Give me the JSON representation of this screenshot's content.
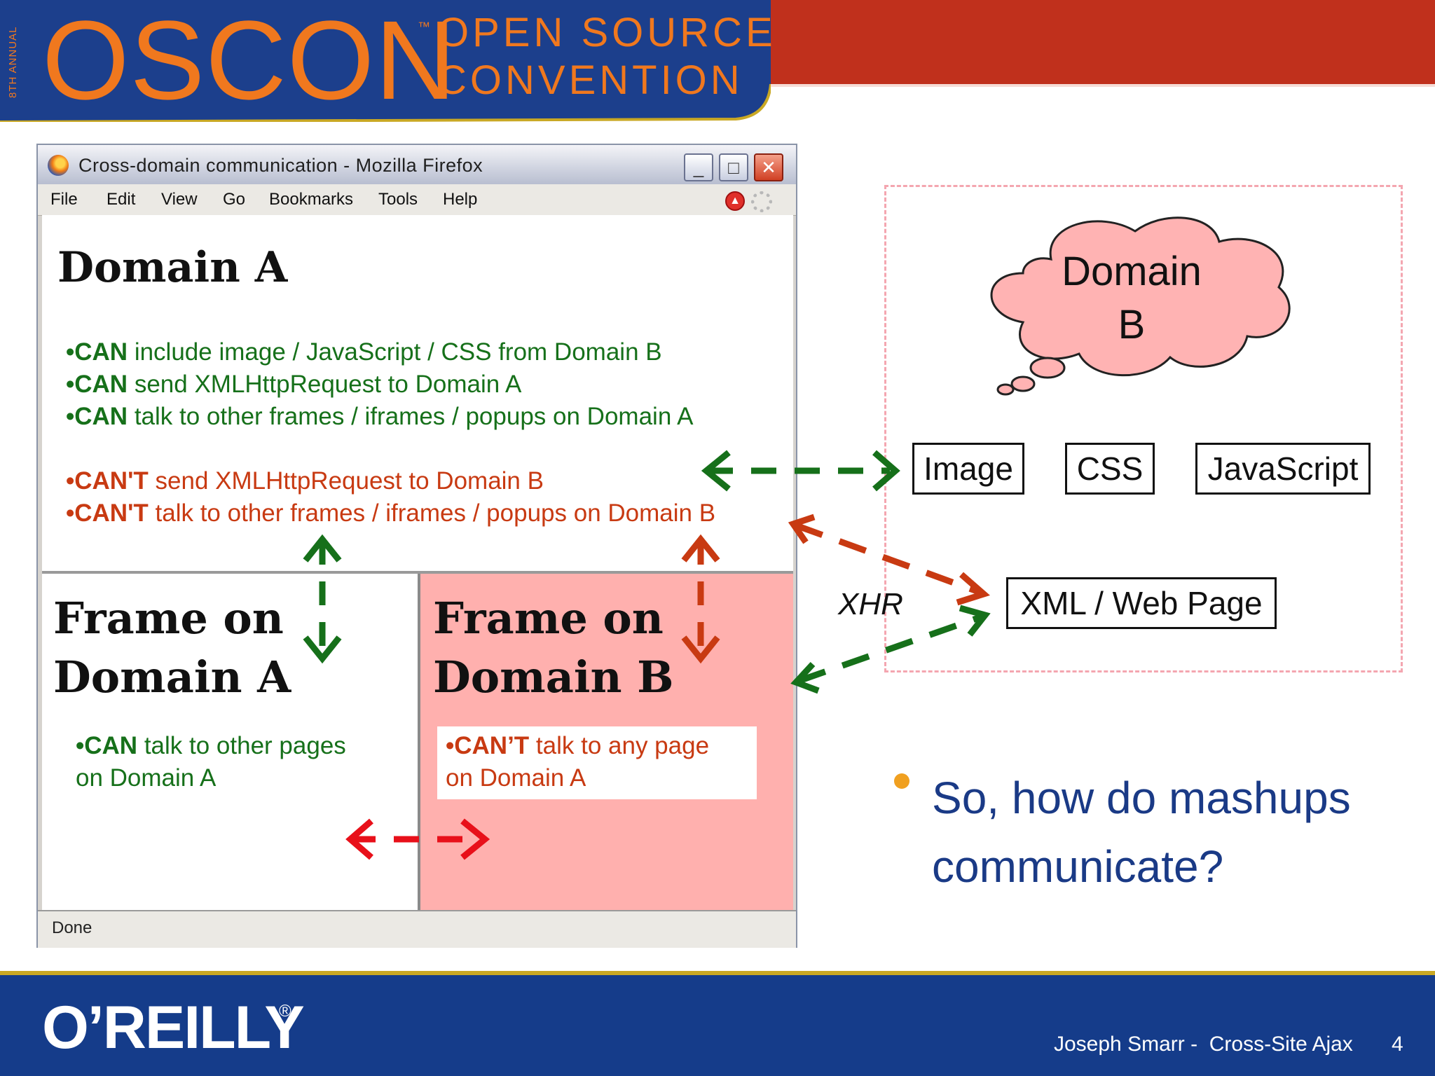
{
  "header": {
    "annual": "8TH ANNUAL",
    "logo": "OSCON",
    "trademark": "™",
    "subtitle_line1": "OPEN SOURCE",
    "subtitle_line2": "CONVENTION"
  },
  "browser": {
    "window_title": "Cross-domain communication - Mozilla Firefox",
    "controls": {
      "minimize": "_",
      "maximize": "□",
      "close": "✕"
    },
    "menu": [
      "File",
      "Edit",
      "View",
      "Go",
      "Bookmarks",
      "Tools",
      "Help"
    ],
    "status": "Done"
  },
  "domain_a": {
    "title": "Domain A",
    "can": [
      {
        "prefix": "•CAN",
        "text": " include image / JavaScript / CSS from Domain B"
      },
      {
        "prefix": "•CAN",
        "text": " send XMLHttpRequest to Domain A"
      },
      {
        "prefix": "•CAN",
        "text": " talk to other frames / iframes / popups on Domain A"
      }
    ],
    "cant": [
      {
        "prefix": "•CAN'T",
        "text": " send XMLHttpRequest to Domain B"
      },
      {
        "prefix": "•CAN'T",
        "text": " talk to other frames / iframes / popups on Domain B"
      }
    ]
  },
  "frame_a": {
    "title_line1": "Frame on",
    "title_line2": "Domain A",
    "prefix": "•CAN",
    "line1": " talk to other pages",
    "line2": "on Domain A"
  },
  "frame_b": {
    "title_line1": "Frame on",
    "title_line2": "Domain B",
    "prefix": "•CAN’T",
    "line1": " talk to any page",
    "line2": "on Domain A"
  },
  "domain_b": {
    "cloud_line1": "Domain",
    "cloud_line2": "B",
    "resources": [
      "Image",
      "CSS",
      "JavaScript"
    ],
    "xml_box": "XML / Web Page",
    "xhr_label": "XHR"
  },
  "bullet": {
    "text": "So, how do mashups communicate?"
  },
  "footer": {
    "brand": "O’REILLY",
    "registered": "®",
    "author_title": "Joseph Smarr -  Cross-Site Ajax",
    "page_number": "4"
  },
  "colors": {
    "oscon_orange": "#f0781e",
    "header_blue": "#1c3f8c",
    "header_red": "#c0301c",
    "can_green": "#16701a",
    "cant_red": "#c83a12",
    "frame_b_pink": "#ffb0ae",
    "question_blue": "#1a3a86",
    "footer_blue": "#153c8a"
  }
}
